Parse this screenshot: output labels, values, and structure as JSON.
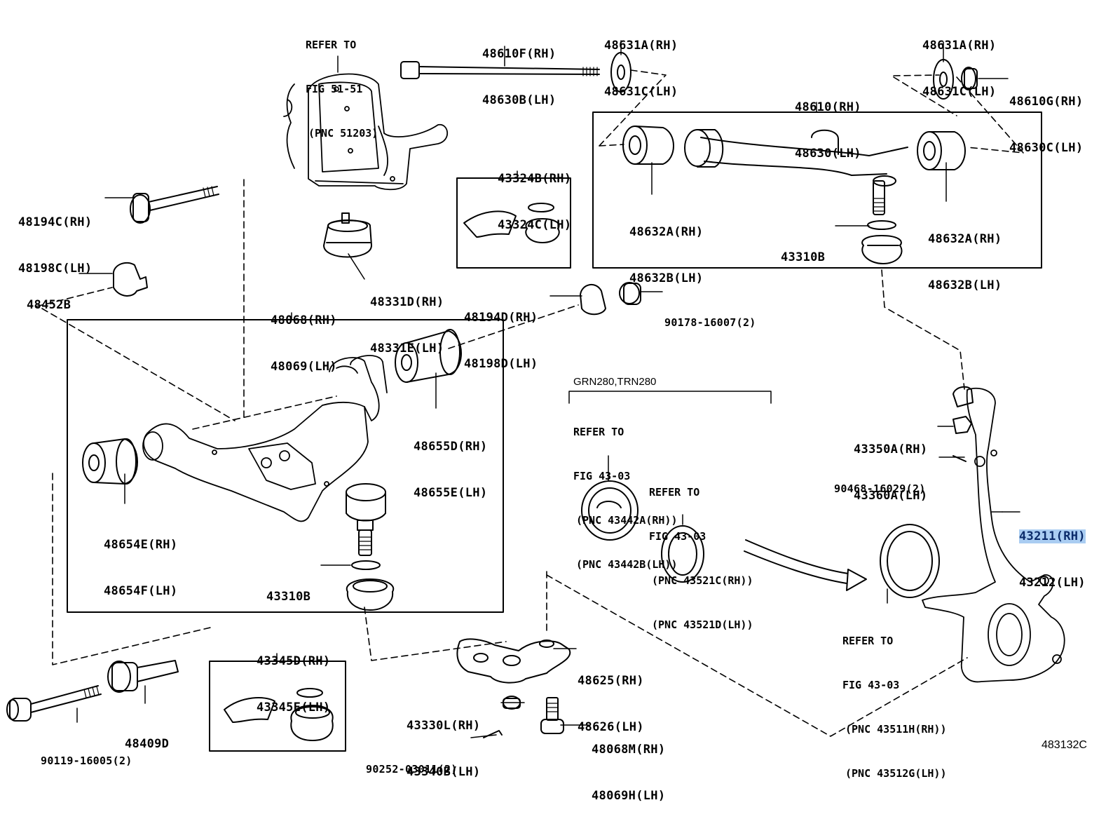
{
  "diagram_code": "483132C",
  "engine_group": "GRN280,TRN280",
  "refs": {
    "fig51": [
      "REFER TO",
      "FIG 51-51",
      "(PNC 51203)"
    ],
    "fig43a": [
      "REFER TO",
      "FIG 43-03",
      "(PNC 43442A(RH))",
      "(PNC 43442B(LH))"
    ],
    "fig43b": [
      "REFER TO",
      "FIG 43-03",
      "(PNC 43521C(RH))",
      "(PNC 43521D(LH))"
    ],
    "fig43c": [
      "REFER TO",
      "FIG 43-03",
      "(PNC 43511H(RH))",
      "(PNC 43512G(LH))"
    ]
  },
  "parts": {
    "p48610F": [
      "48610F(RH)",
      "48630B(LH)"
    ],
    "p48631A_l": [
      "48631A(RH)",
      "48631C(LH)"
    ],
    "p48631A_r": [
      "48631A(RH)",
      "48631C(LH)"
    ],
    "p48610G": [
      "48610G(RH)",
      "48630C(LH)"
    ],
    "p48610": [
      "48610(RH)",
      "48630(LH)"
    ],
    "p48632A_l": [
      "48632A(RH)",
      "48632B(LH)"
    ],
    "p48632A_r": [
      "48632A(RH)",
      "48632B(LH)"
    ],
    "p43310B_u": "43310B",
    "p48194C": [
      "48194C(RH)",
      "48198C(LH)"
    ],
    "p43324B": [
      "43324B(RH)",
      "43324C(LH)"
    ],
    "p48452B": "48452B",
    "p48331D": [
      "48331D(RH)",
      "48331E(LH)"
    ],
    "p48068": [
      "48068(RH)",
      "48069(LH)"
    ],
    "p48194D": [
      "48194D(RH)",
      "48198D(LH)"
    ],
    "p90178": "90178-16007(2)",
    "p48655D": [
      "48655D(RH)",
      "48655E(LH)"
    ],
    "p48654E": [
      "48654E(RH)",
      "48654F(LH)"
    ],
    "p43310B_l": "43310B",
    "p43350A": [
      "43350A(RH)",
      "43360A(LH)"
    ],
    "p90468": "90468-16029(2)",
    "p43211": "43211(RH)",
    "p43212": "43212(LH)",
    "p43345D": [
      "43345D(RH)",
      "43345E(LH)"
    ],
    "p48625": [
      "48625(RH)",
      "48626(LH)"
    ],
    "p43330L": [
      "43330L(RH)",
      "43340B(LH)"
    ],
    "p48068M": [
      "48068M(RH)",
      "48069H(LH)"
    ],
    "p48409D": "48409D",
    "p90119": "90119-16005(2)",
    "p90252": "90252-03011(2)"
  },
  "selected_part": "43211(RH)"
}
